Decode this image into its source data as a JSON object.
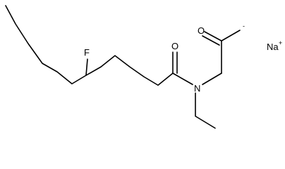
{
  "molecule": {
    "atoms": {
      "fluorine": "F",
      "carbonyl_oxygen": "O",
      "nitrogen": "N",
      "carboxylate_oxygen": "O",
      "carboxylate_charge": "-",
      "sodium": "Na",
      "sodium_charge": "+"
    }
  }
}
